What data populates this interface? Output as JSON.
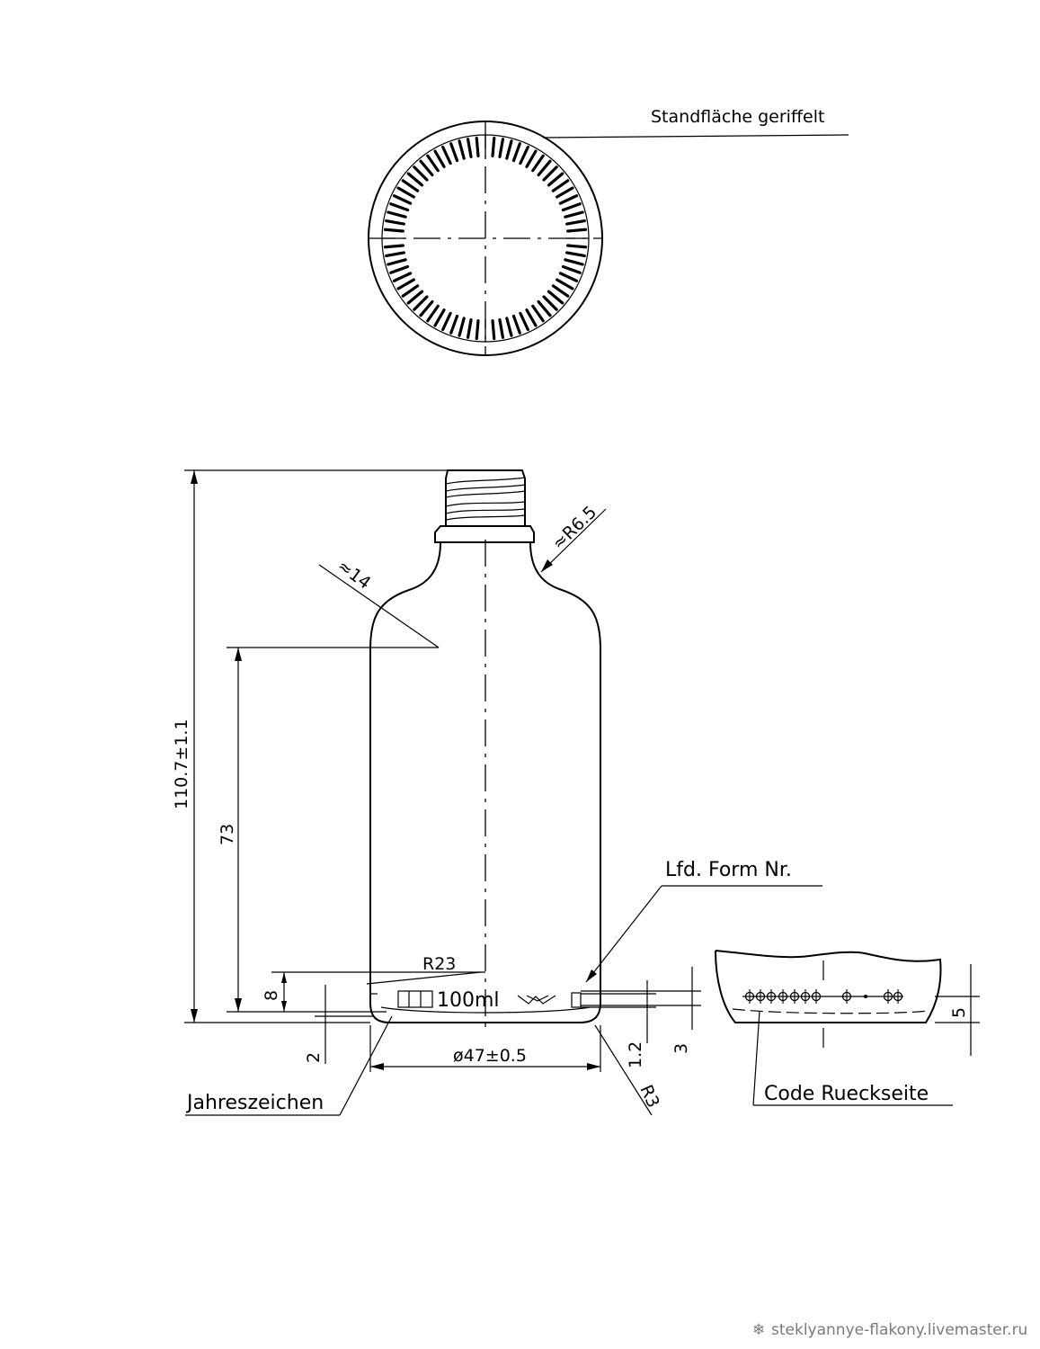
{
  "labels": {
    "standflaeche": "Standfläche geriffelt",
    "lfd_form": "Lfd. Form Nr.",
    "jahreszeichen": "Jahreszeichen",
    "code_rueckseite": "Code Rueckseite",
    "volume": "100ml"
  },
  "dimensions": {
    "total_height": "110.7±1.1",
    "body_height": "73",
    "radius_shoulder": "≈14",
    "radius_neck": "≈R6.5",
    "radius_base": "R23",
    "dim_8": "8",
    "dim_2": "2",
    "diameter": "ø47±0.5",
    "dim_1_2": "1.2",
    "dim_3": "3",
    "radius_heel": "R3",
    "dim_5": "5"
  },
  "watermark": "steklyannye-flakony.livemaster.ru",
  "colors": {
    "line": "#000000",
    "background": "#ffffff",
    "watermark": "#7a7a7a"
  }
}
